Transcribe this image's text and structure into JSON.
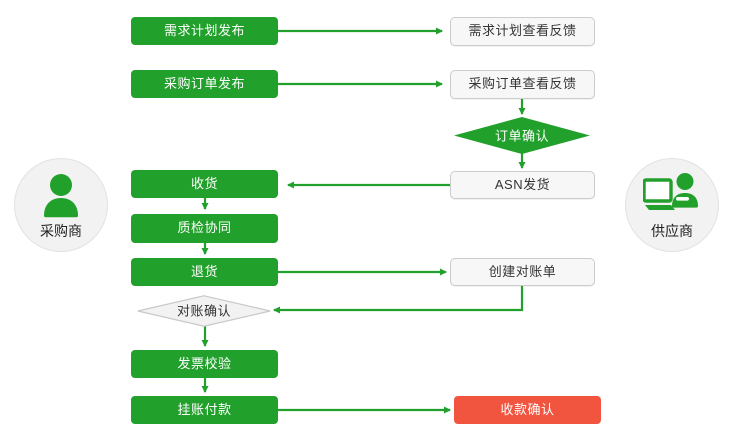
{
  "colors": {
    "green": "#22a02c",
    "red": "#f1543f",
    "gray_fill": "#f7f7f7",
    "gray_border": "#cccccc",
    "line": "#22a02c",
    "avatar_fill": "#f2f2f2",
    "text_light": "#ffffff",
    "text_dark": "#333333"
  },
  "actors": {
    "left": {
      "label": "采购商",
      "icon": "person-icon"
    },
    "right": {
      "label": "供应商",
      "icon": "person-at-computer-icon"
    }
  },
  "nodes": {
    "demand_plan_publish": {
      "label": "需求计划发布",
      "shape": "rect",
      "style": "green"
    },
    "demand_plan_feedback": {
      "label": "需求计划查看反馈",
      "shape": "rect",
      "style": "gray"
    },
    "purchase_order_publish": {
      "label": "采购订单发布",
      "shape": "rect",
      "style": "green"
    },
    "purchase_order_feedback": {
      "label": "采购订单查看反馈",
      "shape": "rect",
      "style": "gray"
    },
    "order_confirm": {
      "label": "订单确认",
      "shape": "diamond",
      "style": "green"
    },
    "asn_shipment": {
      "label": "ASN发货",
      "shape": "rect",
      "style": "gray"
    },
    "goods_receipt": {
      "label": "收货",
      "shape": "rect",
      "style": "green"
    },
    "quality_collab": {
      "label": "质检协同",
      "shape": "rect",
      "style": "green"
    },
    "returns": {
      "label": "退货",
      "shape": "rect",
      "style": "green"
    },
    "create_statement": {
      "label": "创建对账单",
      "shape": "rect",
      "style": "gray"
    },
    "statement_confirm": {
      "label": "对账确认",
      "shape": "diamond",
      "style": "gray"
    },
    "invoice_verify": {
      "label": "发票校验",
      "shape": "rect",
      "style": "green"
    },
    "payable_payment": {
      "label": "挂账付款",
      "shape": "rect",
      "style": "green"
    },
    "receipt_confirm": {
      "label": "收款确认",
      "shape": "rect",
      "style": "red"
    }
  },
  "flows": [
    {
      "from": "demand_plan_publish",
      "to": "demand_plan_feedback",
      "direction": "right"
    },
    {
      "from": "purchase_order_publish",
      "to": "purchase_order_feedback",
      "direction": "right"
    },
    {
      "from": "purchase_order_feedback",
      "to": "order_confirm",
      "direction": "down"
    },
    {
      "from": "order_confirm",
      "to": "asn_shipment",
      "direction": "down"
    },
    {
      "from": "asn_shipment",
      "to": "goods_receipt",
      "direction": "left"
    },
    {
      "from": "goods_receipt",
      "to": "quality_collab",
      "direction": "down"
    },
    {
      "from": "quality_collab",
      "to": "returns",
      "direction": "down"
    },
    {
      "from": "returns",
      "to": "create_statement",
      "direction": "right"
    },
    {
      "from": "create_statement",
      "to": "statement_confirm",
      "direction": "down-left"
    },
    {
      "from": "statement_confirm",
      "to": "invoice_verify",
      "direction": "down"
    },
    {
      "from": "invoice_verify",
      "to": "payable_payment",
      "direction": "down"
    },
    {
      "from": "payable_payment",
      "to": "receipt_confirm",
      "direction": "right"
    }
  ]
}
